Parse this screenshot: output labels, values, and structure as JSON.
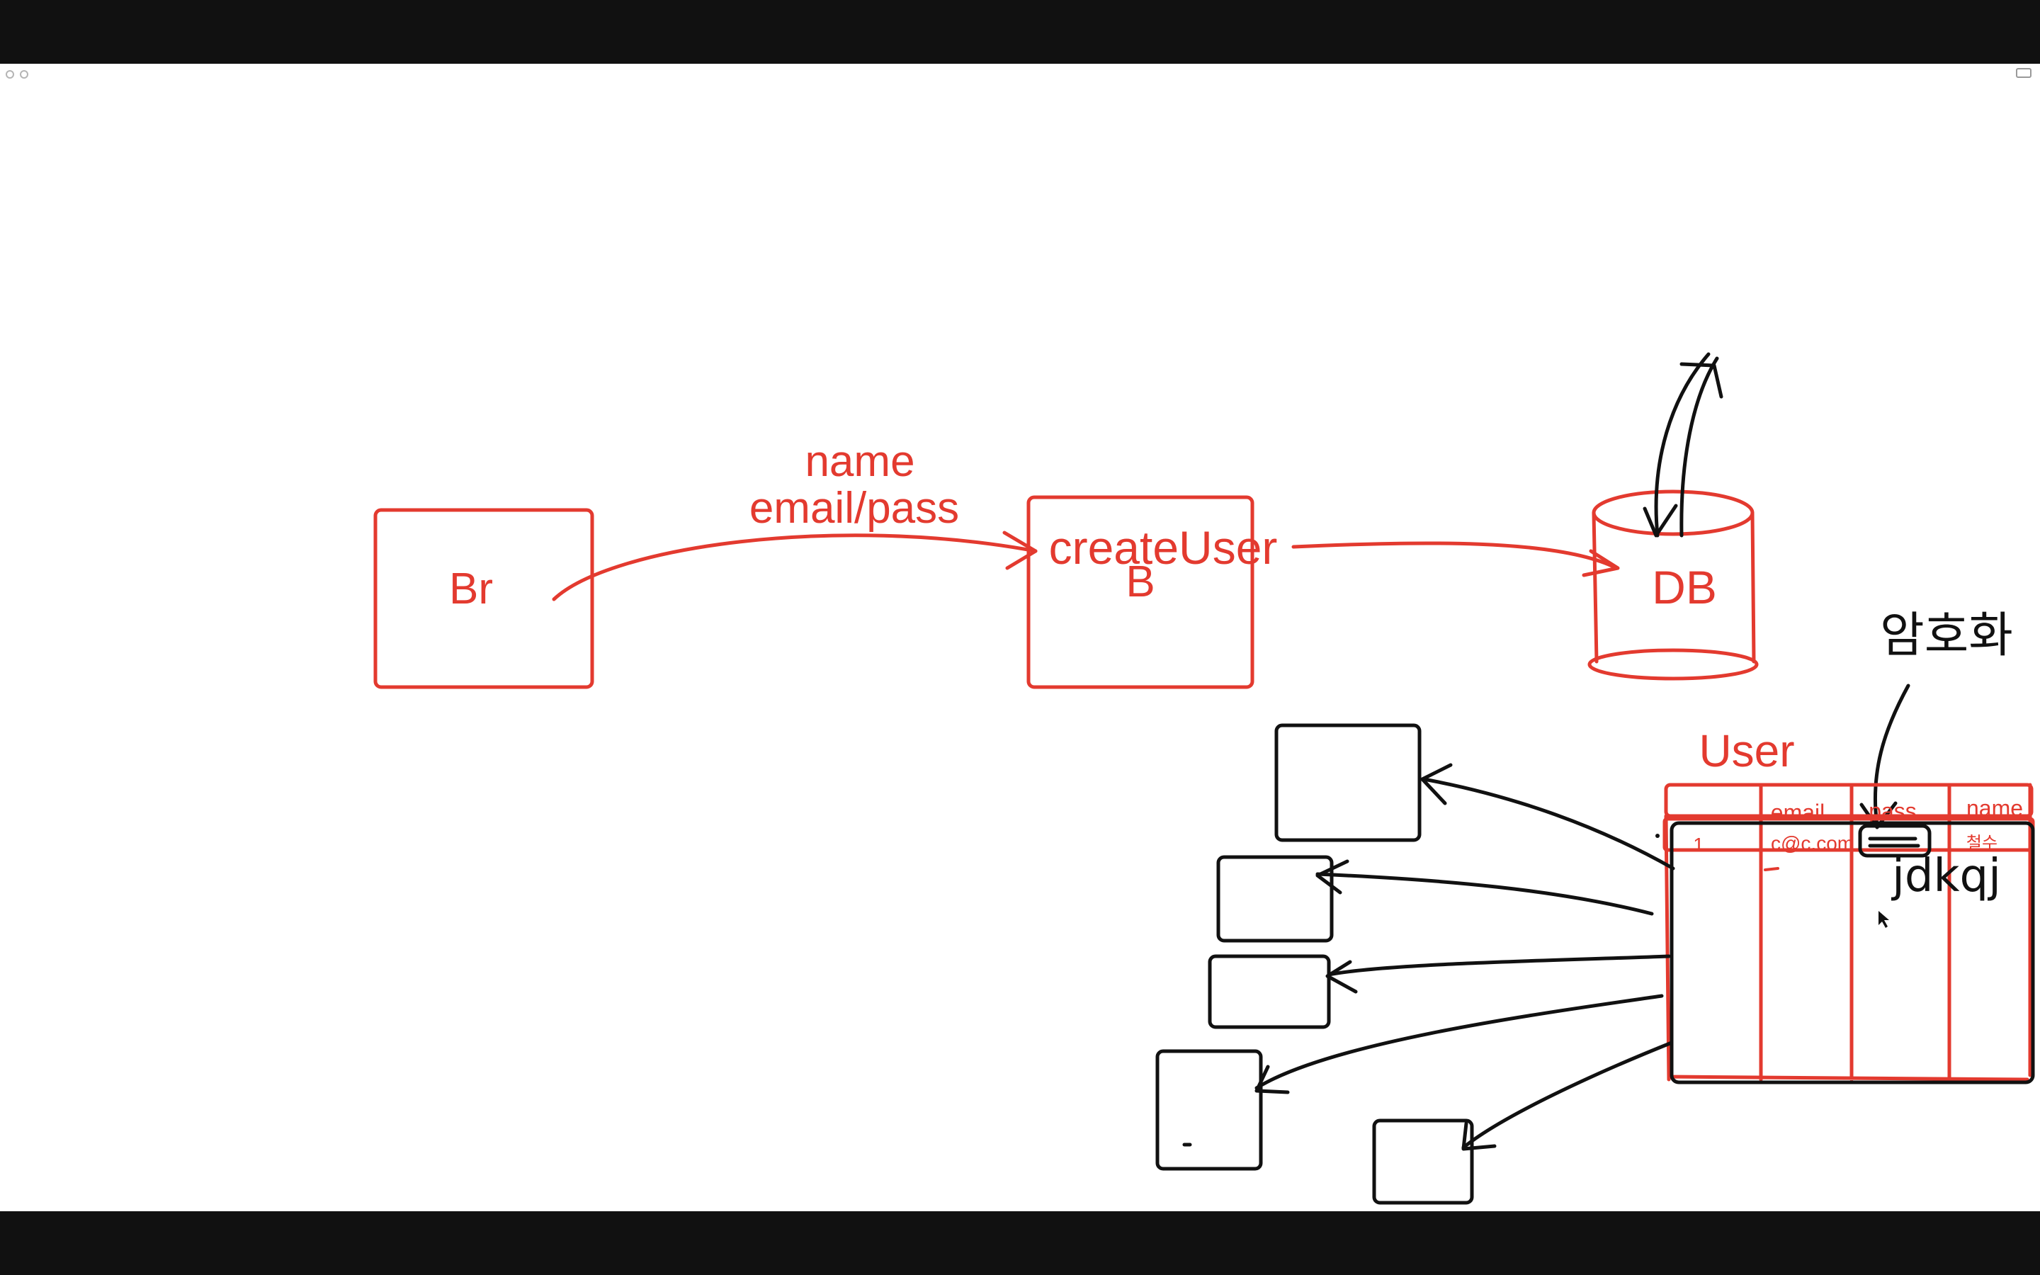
{
  "window": {
    "chrome_color": "#111111",
    "controls": [
      "close-icon",
      "minimize-icon"
    ],
    "expand_icon": "expand-icon"
  },
  "colors": {
    "ink_red": "#e33a2f",
    "ink_black": "#111111",
    "background": "#ffffff"
  },
  "diagram": {
    "browser_box_label": "Br",
    "request_label_line1": "name",
    "request_label_line2": "email/pass",
    "backend_function_label": "createUser",
    "backend_box_label": "B",
    "db_label": "DB",
    "encryption_label": "암호화",
    "encrypted_value": "jdkqj",
    "table": {
      "title": "User",
      "columns": [
        "email",
        "pass",
        "name"
      ],
      "row": {
        "id": "1",
        "email": "c@c.com",
        "name": "철수"
      }
    }
  }
}
